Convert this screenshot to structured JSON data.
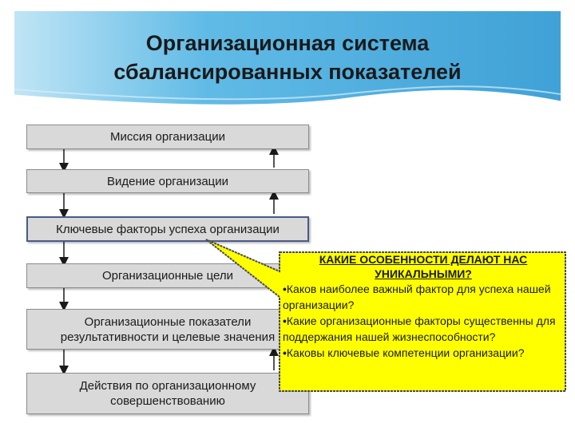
{
  "title": {
    "line1": "Организационная система",
    "line2": "сбалансированных показателей"
  },
  "boxes": {
    "mission": "Миссия организации",
    "vision": "Видение организации",
    "key_factors": "Ключевые факторы успеха организации",
    "goals": "Организационные цели",
    "indicators_line1": "Организационные показатели",
    "indicators_line2": "результативности и целевые значения",
    "actions_line1": "Действия по организационному",
    "actions_line2": "совершенствованию"
  },
  "callout": {
    "heading_line1": "КАКИЕ ОСОБЕННОСТИ ДЕЛАЮТ НАС",
    "heading_line2": "УНИКАЛЬНЫМИ?",
    "bullet": "•",
    "items": [
      "Каков наиболее важный фактор для успеха нашей организации?",
      "Какие организационные факторы существенны для поддержания нашей жизнеспособности?",
      "Каковы ключевые компетенции организации?"
    ]
  },
  "colors": {
    "header_band": "#2f9fd6",
    "box_fill": "#d9d9d9",
    "callout_fill": "#ffff00"
  }
}
